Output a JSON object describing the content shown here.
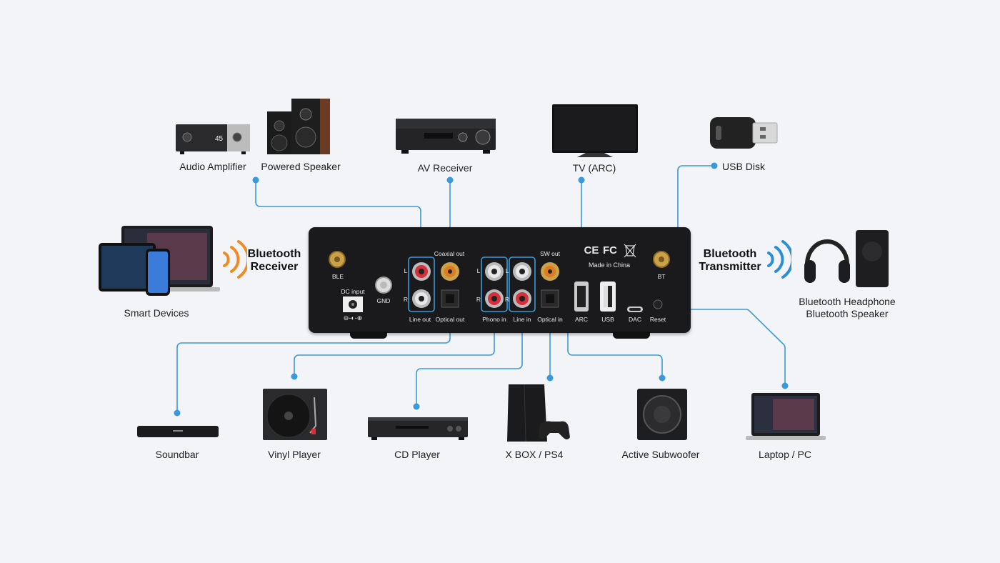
{
  "devices": {
    "audio_amplifier": "Audio Amplifier",
    "powered_speaker": "Powered Speaker",
    "av_receiver": "AV Receiver",
    "tv_arc": "TV (ARC)",
    "usb_disk": "USB Disk",
    "smart_devices": "Smart Devices",
    "bt_headphone": "Bluetooth Headphone",
    "bt_speaker": "Bluetooth Speaker",
    "soundbar": "Soundbar",
    "vinyl_player": "Vinyl Player",
    "cd_player": "CD Player",
    "xbox_ps4": "X BOX / PS4",
    "active_subwoofer": "Active Subwoofer",
    "laptop_pc": "Laptop / PC"
  },
  "bluetooth": {
    "receiver_line1": "Bluetooth",
    "receiver_line2": "Receiver",
    "transmitter_line1": "Bluetooth",
    "transmitter_line2": "Transmitter"
  },
  "panel": {
    "ble": "BLE",
    "gnd": "GND",
    "dc_input": "DC input",
    "coaxial_out": "Coaxial out",
    "line_out": "Line out",
    "optical_out": "Optical out",
    "phono_in": "Phono in",
    "line_in": "Line in",
    "sw_out": "SW out",
    "optical_in": "Optical in",
    "arc": "ARC",
    "usb": "USB",
    "dac": "DAC",
    "reset": "Reset",
    "bt": "BT",
    "made_in": "Made in China",
    "ce": "CE",
    "fc": "FC",
    "ch_l": "L",
    "ch_r": "R",
    "amp_display": "45"
  },
  "colors": {
    "wire": "#3a9ad9",
    "panel": "#1a1a1c",
    "bt_waves": "#f08a24",
    "bt_waves_tx": "#2a8fd8",
    "rca_red": "#d8303a",
    "rca_white": "#e8e8e8",
    "gold": "#c9a24a"
  }
}
